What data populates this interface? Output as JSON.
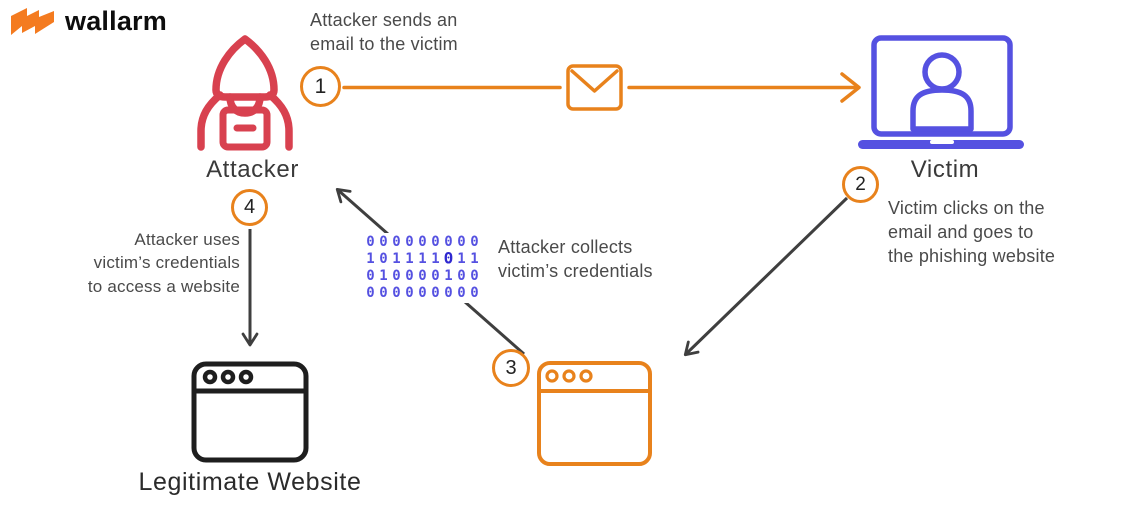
{
  "brand": {
    "name": "wallarm"
  },
  "nodes": {
    "attacker": {
      "label": "Attacker"
    },
    "victim": {
      "label": "Victim"
    },
    "legitimate_website": {
      "label": "Legitimate Website"
    }
  },
  "steps": [
    {
      "number": "1",
      "lines": [
        "Attacker sends an",
        "email to the victim"
      ]
    },
    {
      "number": "2",
      "lines": [
        "Victim clicks on the",
        "email and goes to",
        "the phishing website"
      ]
    },
    {
      "number": "3",
      "lines": [
        "Attacker collects",
        "victim’s credentials"
      ]
    },
    {
      "number": "4",
      "lines": [
        "Attacker uses",
        "victim’s credentials",
        "to access a website"
      ]
    }
  ],
  "binary": {
    "rows": [
      "000000000",
      "101111011",
      "010000100",
      "000000000"
    ],
    "highlight": {
      "row": 1,
      "col": 6
    }
  },
  "colors": {
    "brand_orange": "#F47B20",
    "step_orange": "#E8821C",
    "attacker_red": "#D8414F",
    "victim_blue": "#5551E1",
    "arrow_dark": "#3F3F3F",
    "annotation_gray": "#4A4A4A"
  },
  "icons": {
    "logo": "wallarm-logo-icon",
    "attacker": "hooded-attacker-laptop-icon",
    "email": "envelope-icon",
    "victim": "laptop-user-icon",
    "phishing_site": "browser-window-orange-icon",
    "legitimate_site": "browser-window-black-icon",
    "credentials": "binary-code-block"
  }
}
